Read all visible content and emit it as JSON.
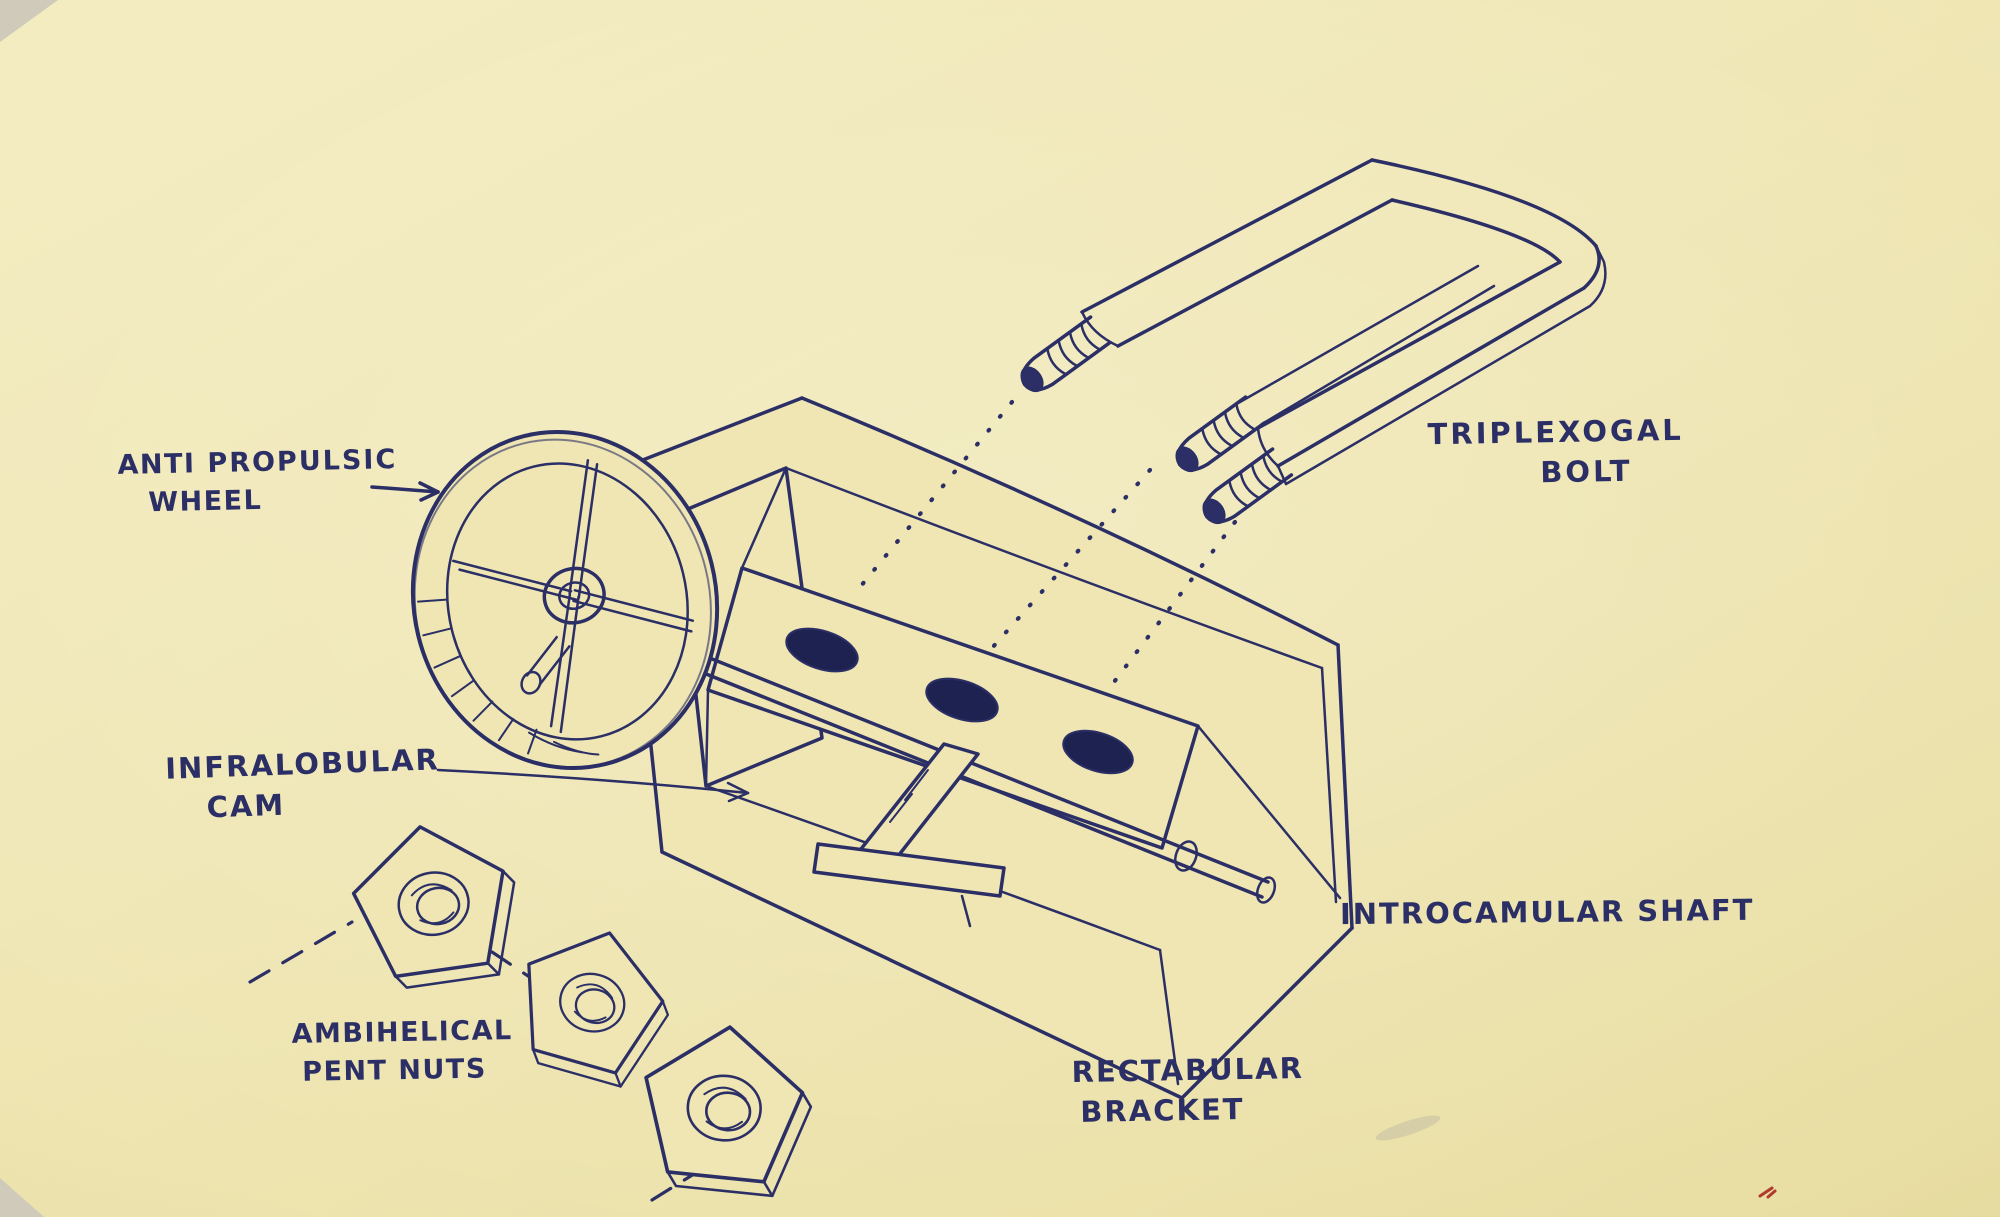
{
  "colors": {
    "ink": "#2b2f66",
    "paper": "#efe6b3",
    "hole_fill": "#1d2250",
    "accent_red": "#b03a2e"
  },
  "labels": {
    "wheel": {
      "word1": "ANTI",
      "word2": "PROPULSIC",
      "line2": "WHEEL"
    },
    "bolt": {
      "line1": "TRIPLEXOGAL",
      "line2": "BOLT"
    },
    "cam": {
      "line1": "INFRALOBULAR",
      "line2": "CAM"
    },
    "pentnuts": {
      "line1": "AMBIHELICAL",
      "line2": "PENT NUTS"
    },
    "shaft": {
      "line1": "INTROCAMULAR SHAFT"
    },
    "bracket": {
      "line1": "RECTABULAR",
      "line2": "BRACKET"
    }
  }
}
